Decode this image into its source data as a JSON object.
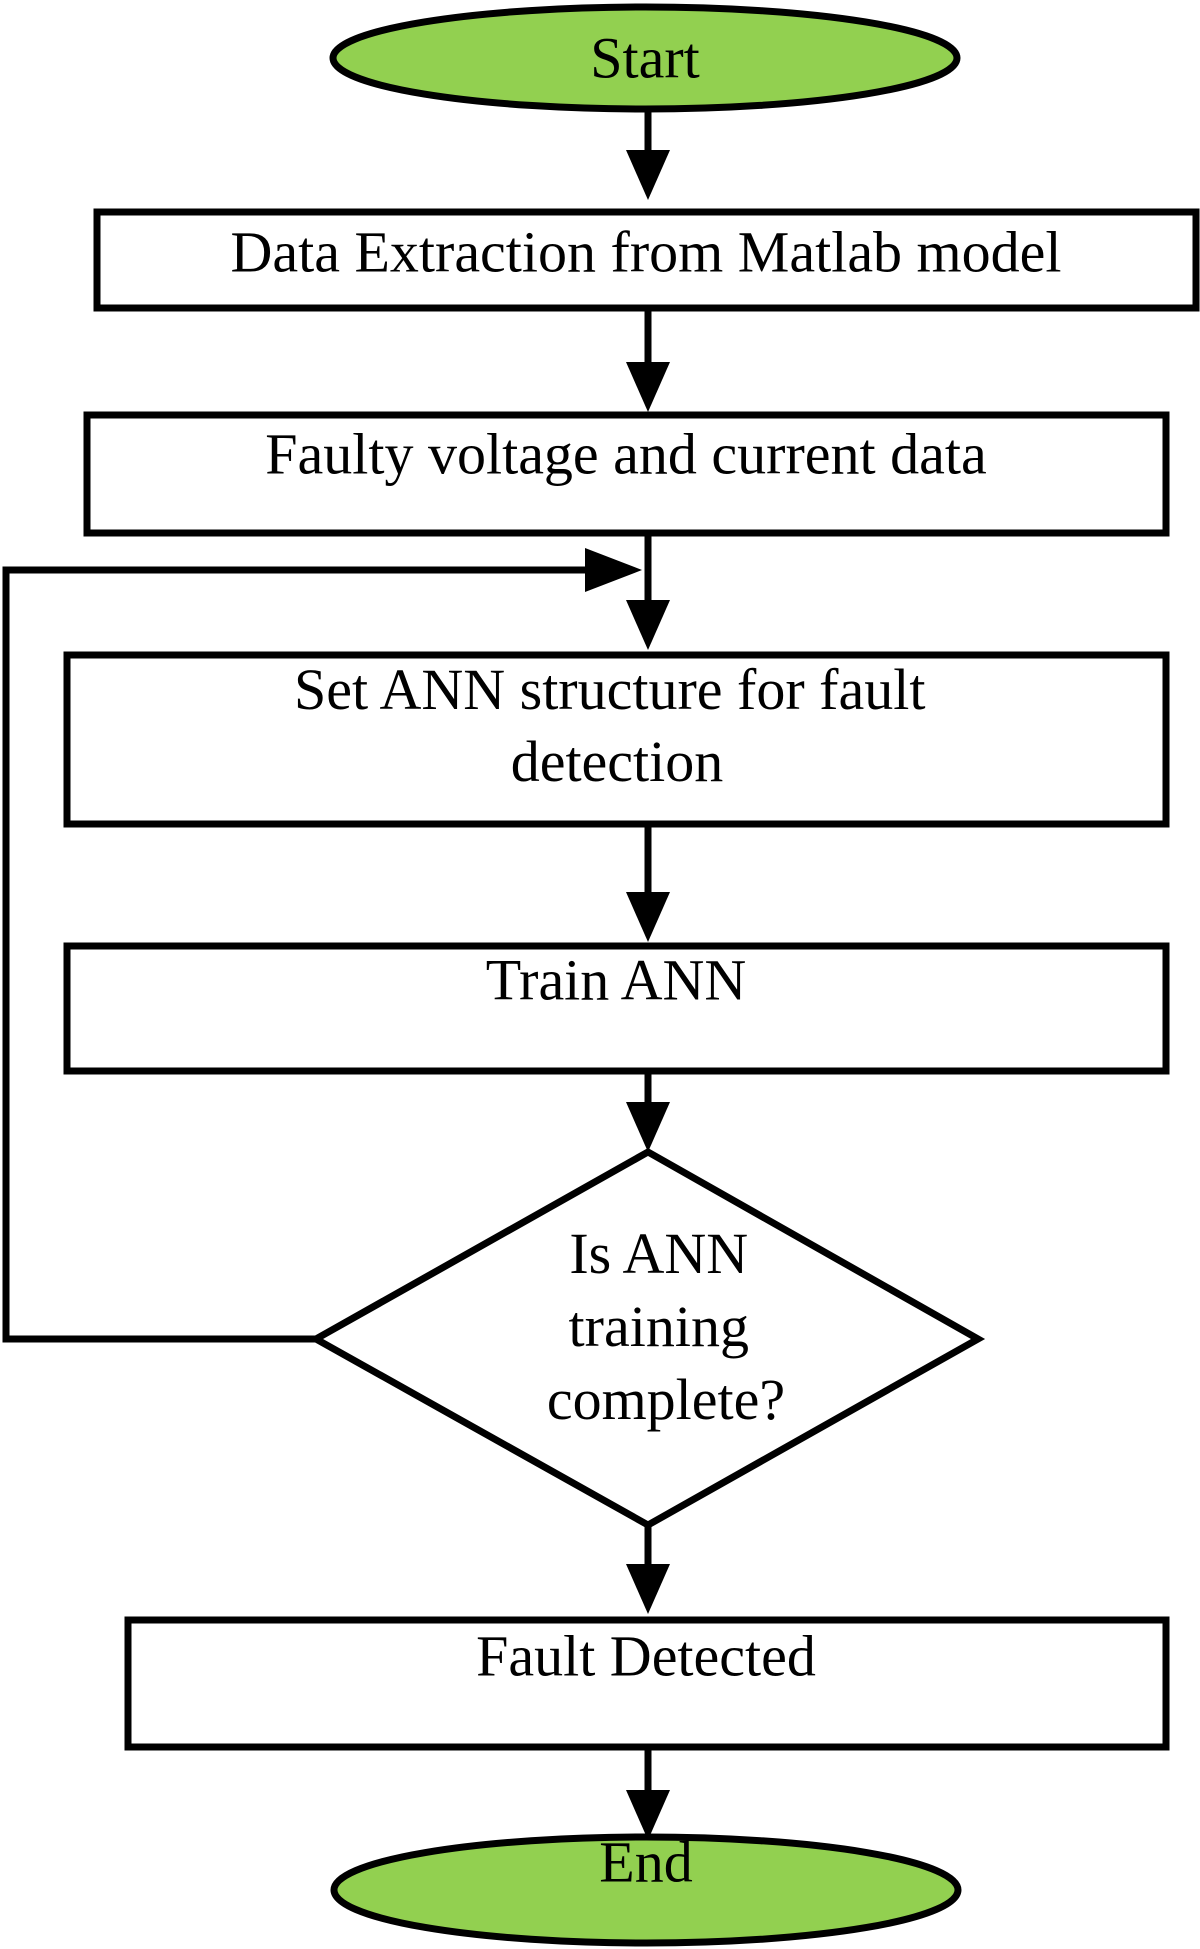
{
  "colors": {
    "terminal_fill": "#92d050",
    "process_fill": "#ffffff",
    "stroke": "#000000"
  },
  "nodes": {
    "start": {
      "label": "Start"
    },
    "data_extraction": {
      "label": "Data Extraction from Matlab model"
    },
    "faulty_data": {
      "label": "Faulty voltage and current data"
    },
    "set_ann": {
      "lines": [
        "Set ANN structure for fault",
        "detection"
      ]
    },
    "train_ann": {
      "label": "Train ANN"
    },
    "decision": {
      "lines": [
        "Is ANN",
        "training",
        "complete?"
      ]
    },
    "fault_detected": {
      "label": "Fault Detected"
    },
    "end": {
      "label": "End"
    }
  }
}
